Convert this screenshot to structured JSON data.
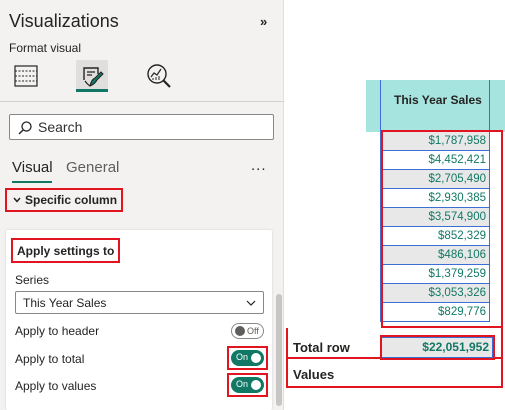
{
  "pane": {
    "title": "Visualizations",
    "expand_icon": "»",
    "format_label": "Format visual",
    "tools": [
      {
        "icon": "table-grid-icon"
      },
      {
        "icon": "format-paintbrush-icon"
      },
      {
        "icon": "analytics-magnifier-icon"
      }
    ],
    "search": {
      "placeholder": "Search",
      "value": ""
    },
    "tabs": [
      {
        "label": "Visual",
        "active": true
      },
      {
        "label": "General",
        "active": false
      }
    ],
    "more_icon": "...",
    "section": {
      "label": "Specific column",
      "expanded": true
    },
    "card": {
      "title": "Apply settings to",
      "series_label": "Series",
      "series_value": "This Year Sales",
      "options": [
        {
          "label": "Apply to header",
          "state": "Off"
        },
        {
          "label": "Apply to total",
          "state": "On"
        },
        {
          "label": "Apply to values",
          "state": "On"
        }
      ]
    }
  },
  "table": {
    "column_header": "This Year Sales",
    "rows": [
      "$1,787,958",
      "$4,452,421",
      "$2,705,490",
      "$2,930,385",
      "$3,574,900",
      "$852,329",
      "$486,106",
      "$1,379,259",
      "$3,053,326",
      "$829,776"
    ],
    "total": "$22,051,952"
  },
  "annotations": {
    "total_row": "Total row",
    "values": "Values"
  },
  "colors": {
    "accent": "#117865",
    "highlight_border": "#e2141f",
    "header_fill": "#a6e4df",
    "grid_line": "#3b6fd6",
    "value_text": "#117865"
  }
}
